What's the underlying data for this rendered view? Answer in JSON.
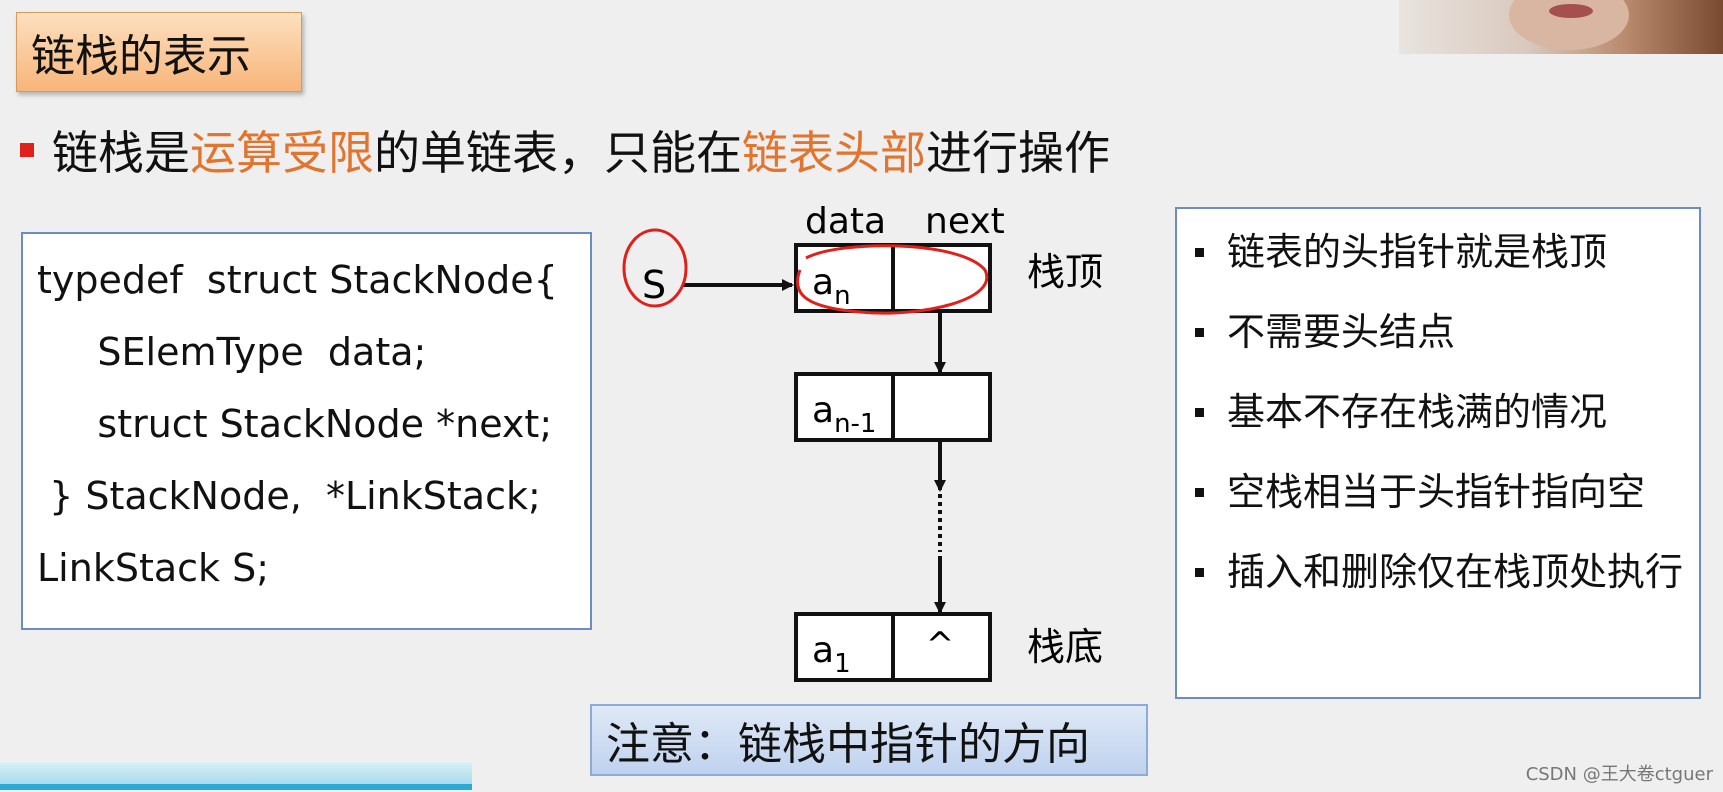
{
  "title": "链栈的表示",
  "headline": {
    "p1": "链栈是",
    "h1": "运算受限",
    "p2": "的单链表，只能在",
    "h2": "链表头部",
    "p3": "进行操作"
  },
  "code": {
    "lines": [
      "typedef  struct StackNode{",
      "     SElemType  data;",
      "     struct StackNode *next;",
      " } StackNode,  *LinkStack;",
      "LinkStack S;"
    ]
  },
  "diagram": {
    "col_data": "data",
    "col_next": "next",
    "pointer": "S",
    "top_label": "栈顶",
    "bottom_label": "栈底",
    "nodes": [
      {
        "base": "a",
        "sub": "n",
        "next": ""
      },
      {
        "base": "a",
        "sub": "n-1",
        "next": ""
      },
      {
        "base": "a",
        "sub": "1",
        "next": "^"
      }
    ]
  },
  "notes": [
    "链表的头指针就是栈顶",
    "不需要头结点",
    "基本不存在栈满的情况",
    "空栈相当于头指针指向空",
    "插入和删除仅在栈顶处执行"
  ],
  "warning": "注意：链栈中指针的方向",
  "watermark": "CSDN @王大卷ctguer",
  "colors": {
    "highlight": "#e2742d",
    "annotation_red": "#e0201b",
    "box_border": "#6d8cc4"
  }
}
